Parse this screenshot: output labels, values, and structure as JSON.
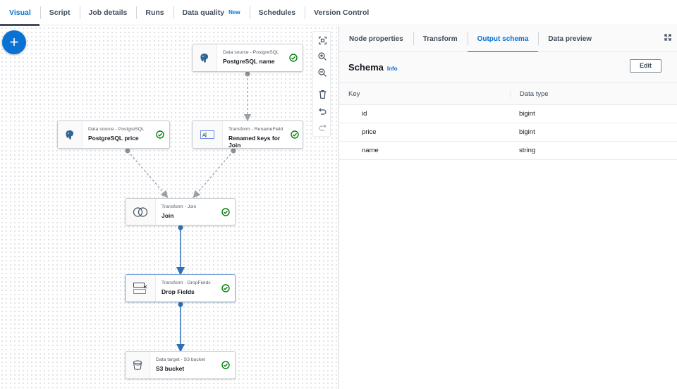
{
  "top_tabs": [
    {
      "label": "Visual",
      "active": true
    },
    {
      "label": "Script"
    },
    {
      "label": "Job details"
    },
    {
      "label": "Runs"
    },
    {
      "label": "Data quality",
      "badge": "New"
    },
    {
      "label": "Schedules"
    },
    {
      "label": "Version Control"
    }
  ],
  "canvas": {
    "add_button": "+",
    "nodes": [
      {
        "id": "pg-name",
        "type": "Data source - PostgreSQL",
        "name": "PostgreSQL name",
        "icon": "postgresql-icon",
        "status": "success"
      },
      {
        "id": "pg-price",
        "type": "Data source - PostgreSQL",
        "name": "PostgreSQL price",
        "icon": "postgresql-icon",
        "status": "success"
      },
      {
        "id": "rename",
        "type": "Transform - RenameField",
        "name": "Renamed keys for Join",
        "icon": "rename-field-icon",
        "status": "success"
      },
      {
        "id": "join",
        "type": "Transform - Join",
        "name": "Join",
        "icon": "join-icon",
        "status": "success"
      },
      {
        "id": "drop",
        "type": "Transform - DropFields",
        "name": "Drop Fields",
        "icon": "drop-fields-icon",
        "status": "success",
        "selected": true
      },
      {
        "id": "s3",
        "type": "Data target - S3 bucket",
        "name": "S3 bucket",
        "icon": "bucket-icon",
        "status": "success"
      }
    ],
    "toolbar": [
      "fit-view-icon",
      "zoom-in-icon",
      "zoom-out-icon",
      "delete-icon",
      "undo-icon",
      "redo-icon"
    ]
  },
  "panel": {
    "tabs": [
      {
        "label": "Node properties"
      },
      {
        "label": "Transform"
      },
      {
        "label": "Output schema",
        "active": true
      },
      {
        "label": "Data preview"
      }
    ],
    "schema_title": "Schema",
    "info": "Info",
    "edit_label": "Edit",
    "columns": [
      "Key",
      "Data type"
    ],
    "rows": [
      [
        "id",
        "bigint"
      ],
      [
        "price",
        "bigint"
      ],
      [
        "name",
        "string"
      ]
    ]
  },
  "colors": {
    "accent": "#0972d3",
    "success": "#037f0c",
    "edge_active": "#2f6fb5",
    "edge_inactive": "#9aa0a6"
  }
}
